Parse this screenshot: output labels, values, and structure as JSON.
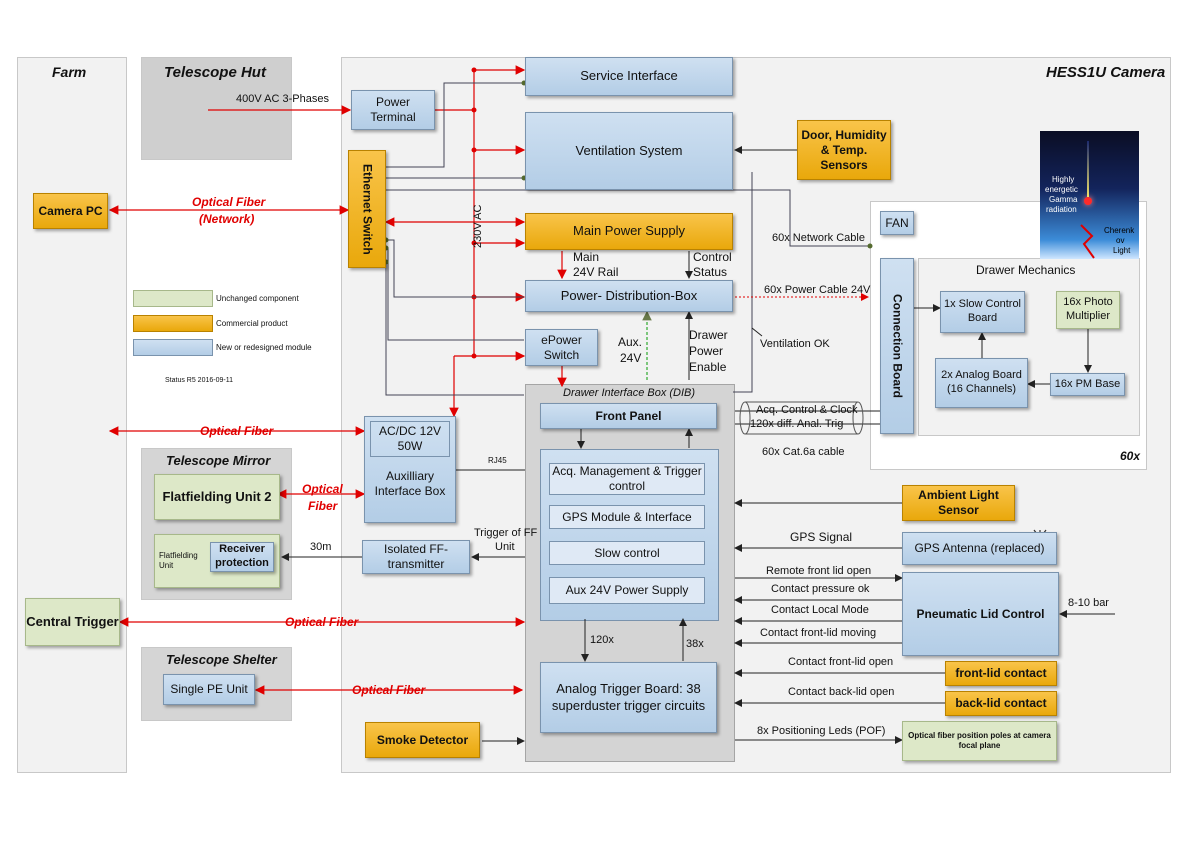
{
  "regions": {
    "farm": "Farm",
    "hut": "Telescope Hut",
    "camera": "HESS1U Camera",
    "mirror": "Telescope Mirror",
    "shelter": "Telescope Shelter",
    "dib": "Drawer Interface Box (DIB)",
    "drawer_mech": "Drawer Mechanics",
    "drawer_count": "60x"
  },
  "boxes": {
    "camera_pc": "Camera PC",
    "central_trigger": "Central Trigger",
    "power_terminal": "Power Terminal",
    "ethernet_switch": "Ethernet Switch",
    "service_interface": "Service Interface",
    "ventilation": "Ventilation System",
    "door_sensors": "Door, Humidity & Temp. Sensors",
    "main_power": "Main Power Supply",
    "pdb": "Power- Distribution-Box",
    "epower": "ePower Switch",
    "acdc": "AC/DC 12V 50W",
    "aux_interface": "Auxilliary Interface Box",
    "ff_unit2": "Flatfielding Unit 2",
    "ff_unit": "Flatfielding Unit",
    "receiver": "Receiver protection",
    "isolated_ff": "Isolated FF-transmitter",
    "single_pe": "Single PE Unit",
    "smoke": "Smoke Detector",
    "front_panel": "Front Panel",
    "acq_mgmt": "Acq. Management & Trigger control",
    "gps_module": "GPS Module & Interface",
    "slow_control": "Slow control",
    "aux24": "Aux 24V Power Supply",
    "analog_trigger": "Analog Trigger Board: 38 superduster trigger circuits",
    "ambient": "Ambient Light Sensor",
    "gps_antenna": "GPS Antenna (replaced)",
    "pneumatic": "Pneumatic Lid Control",
    "front_lid": "front-lid contact",
    "back_lid": "back-lid contact",
    "optical_poles": "Optical fiber position poles at camera focal plane",
    "fan": "FAN",
    "connection_board": "Connection Board",
    "slow_control_board": "1x Slow Control Board",
    "photo_multiplier": "16x Photo Multiplier",
    "analog_board": "2x Analog Board (16 Channels)",
    "pm_base": "16x PM Base"
  },
  "legend": {
    "unchanged": "Unchanged component",
    "commercial": "Commercial product",
    "new": "New or redesigned module",
    "status": "Status R5  2016-09-11"
  },
  "labels": {
    "ac_3phase": "400V AC 3-Phases",
    "v230": "230V AC",
    "optical_network_1": "Optical Fiber",
    "optical_network_2": "(Network)",
    "optical_fiber_aux": "Optical Fiber",
    "optical_ff_1": "Optical",
    "optical_ff_2": "Fiber",
    "optical_central": "Optical Fiber",
    "optical_single": "Optical Fiber",
    "main_rail_1": "Main",
    "main_rail_2": "24V Rail",
    "control_1": "Control",
    "control_2": "Status",
    "aux_1": "Aux.",
    "aux_2": "24V",
    "drawer_power_1": "Drawer",
    "drawer_power_2": "Power",
    "drawer_power_3": "Enable",
    "network_cable": "60x Network Cable",
    "power_cable": "60x Power Cable 24V",
    "ventilation_ok": "Ventilation OK",
    "acq_control": "Acq. Control & Clock",
    "diff_trig": "120x diff. Anal. Trig",
    "cat6": "60x Cat.6a cable",
    "rj45": "RJ45",
    "trigger_ff_1": "Trigger of FF",
    "trigger_ff_2": "Unit",
    "m30": "30m",
    "x120": "120x",
    "x38": "38x",
    "gps_signal": "GPS Signal",
    "remote_front": "Remote front lid open",
    "contact_pressure": "Contact pressure ok",
    "contact_local": "Contact Local Mode",
    "contact_moving": "Contact front-lid moving",
    "contact_front_open": "Contact front-lid open",
    "contact_back_open": "Contact back-lid open",
    "positioning": "8x Positioning Leds (POF)",
    "bar": "8-10 bar",
    "gamma_1": "Highly",
    "gamma_2": "energetic",
    "gamma_3": "Gamma",
    "gamma_4": "radiation",
    "cherenkov_1": "Cherenk",
    "cherenkov_2": "ov",
    "cherenkov_3": "Light"
  },
  "colors": {
    "blue_module": "#b3cde6",
    "commercial": "#e9a80b",
    "unchanged": "#dde8c8",
    "red_line": "#e00000"
  }
}
